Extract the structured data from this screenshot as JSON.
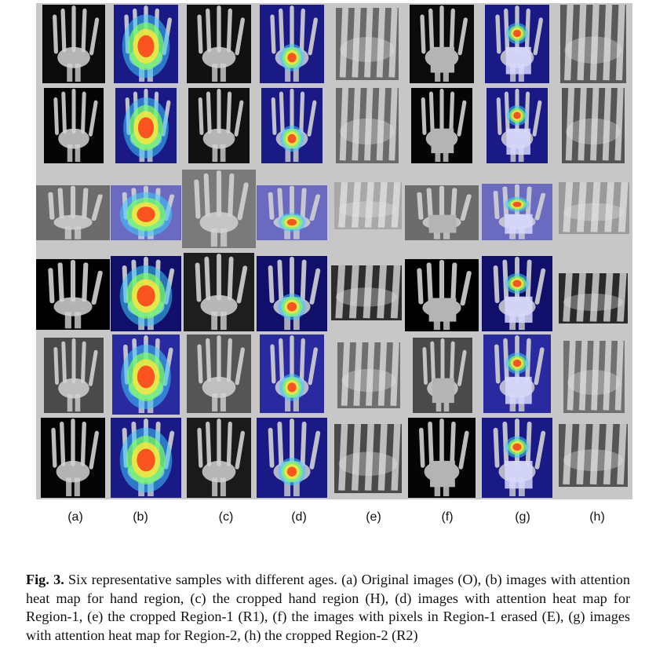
{
  "figure": {
    "rows": [
      {
        "cells": [
          {
            "kind": "original",
            "bg": "#0b0b0b"
          },
          {
            "kind": "heat-hand",
            "bg": "#1a1a86"
          },
          {
            "kind": "cropped-hand",
            "bg": "#111111"
          },
          {
            "kind": "heat-region",
            "bg": "#1a1a86"
          },
          {
            "kind": "crop-r1",
            "bg": "#6a6a6a"
          },
          {
            "kind": "erased",
            "bg": "#0b0b0b"
          },
          {
            "kind": "heat-region2",
            "bg": "#1a1a86"
          },
          {
            "kind": "crop-r2",
            "bg": "#5a5a5a"
          }
        ]
      },
      {
        "cells": [
          {
            "kind": "original",
            "bg": "#050505"
          },
          {
            "kind": "heat-hand",
            "bg": "#1a1a86"
          },
          {
            "kind": "cropped-hand",
            "bg": "#111111"
          },
          {
            "kind": "heat-region",
            "bg": "#1a1a86"
          },
          {
            "kind": "crop-r1",
            "bg": "#6a6a6a"
          },
          {
            "kind": "erased",
            "bg": "#050505"
          },
          {
            "kind": "heat-region2",
            "bg": "#1a1a86"
          },
          {
            "kind": "crop-r2",
            "bg": "#555555"
          }
        ]
      },
      {
        "cells": [
          {
            "kind": "original",
            "bg": "#6c6c6c"
          },
          {
            "kind": "heat-hand",
            "bg": "#6a6ac0"
          },
          {
            "kind": "cropped-hand",
            "bg": "#7a7a7a"
          },
          {
            "kind": "heat-region",
            "bg": "#6a6ac0"
          },
          {
            "kind": "crop-r1",
            "bg": "#a8a8a8"
          },
          {
            "kind": "erased",
            "bg": "#6c6c6c"
          },
          {
            "kind": "heat-region2",
            "bg": "#6a6ac0"
          },
          {
            "kind": "crop-r2",
            "bg": "#9a9a9a"
          }
        ]
      },
      {
        "cells": [
          {
            "kind": "original",
            "bg": "#000000"
          },
          {
            "kind": "heat-hand",
            "bg": "#10106a"
          },
          {
            "kind": "cropped-hand",
            "bg": "#1e1e1e"
          },
          {
            "kind": "heat-region",
            "bg": "#10106a"
          },
          {
            "kind": "crop-r1",
            "bg": "#2e2e2e"
          },
          {
            "kind": "erased",
            "bg": "#000000"
          },
          {
            "kind": "heat-region2",
            "bg": "#10106a"
          },
          {
            "kind": "crop-r2",
            "bg": "#2a2a2a"
          }
        ]
      },
      {
        "cells": [
          {
            "kind": "original",
            "bg": "#4a4a4a"
          },
          {
            "kind": "heat-hand",
            "bg": "#2a2aa0"
          },
          {
            "kind": "cropped-hand",
            "bg": "#555555"
          },
          {
            "kind": "heat-region",
            "bg": "#2a2aa0"
          },
          {
            "kind": "crop-r1",
            "bg": "#6e6e6e"
          },
          {
            "kind": "erased",
            "bg": "#4a4a4a"
          },
          {
            "kind": "heat-region2",
            "bg": "#2a2aa0"
          },
          {
            "kind": "crop-r2",
            "bg": "#707070"
          }
        ]
      },
      {
        "cells": [
          {
            "kind": "original",
            "bg": "#050505"
          },
          {
            "kind": "heat-hand",
            "bg": "#1a1a86"
          },
          {
            "kind": "cropped-hand",
            "bg": "#1a1a1a"
          },
          {
            "kind": "heat-region",
            "bg": "#1a1a86"
          },
          {
            "kind": "crop-r1",
            "bg": "#4a4a4a"
          },
          {
            "kind": "erased",
            "bg": "#050505"
          },
          {
            "kind": "heat-region2",
            "bg": "#1a1a86"
          },
          {
            "kind": "crop-r2",
            "bg": "#555555"
          }
        ]
      }
    ],
    "column_labels": [
      "(a)",
      "(b)",
      "(c)",
      "(d)",
      "(e)",
      "(f)",
      "(g)",
      "(h)"
    ]
  },
  "caption": {
    "label": "Fig. 3.",
    "text": "Six representative samples with different ages. (a) Original images (O), (b) images with attention heat map for hand region, (c) the cropped hand region (H), (d) images with attention heat map for Region-1, (e) the cropped Region-1 (R1), (f) the images with pixels in Region-1 erased (E), (g) images with attention heat map for Region-2, (h) the cropped Region-2 (R2)"
  }
}
